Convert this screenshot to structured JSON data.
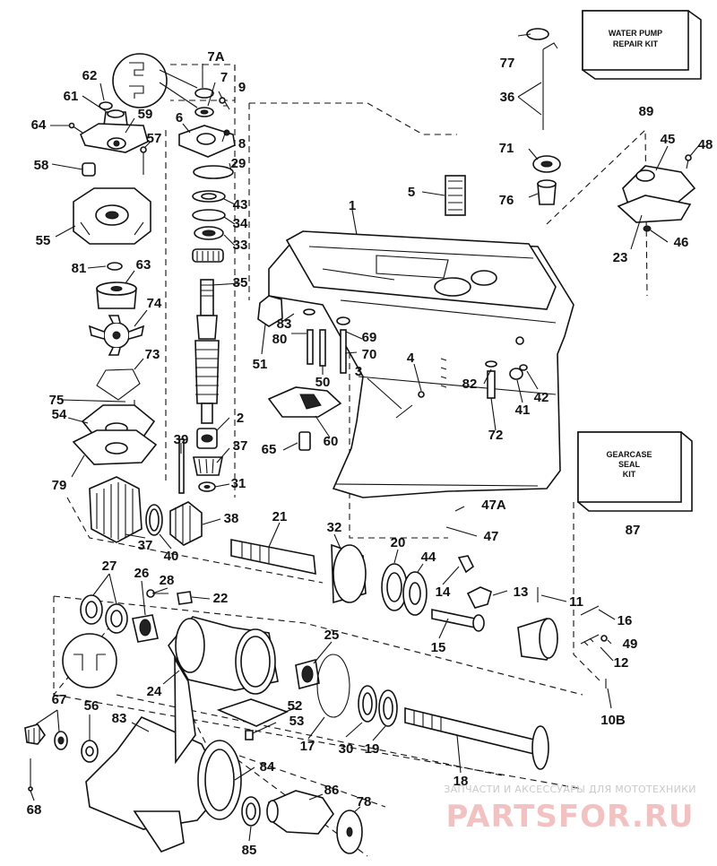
{
  "kits": {
    "water_pump_line1": "WATER PUMP",
    "water_pump_line2": "REPAIR KIT",
    "gearcase_line1": "GEARCASE",
    "gearcase_line2": "SEAL",
    "gearcase_line3": "KIT"
  },
  "labels": {
    "p1": "1",
    "p2": "2",
    "p3": "3",
    "p4": "4",
    "p5": "5",
    "p6": "6",
    "p7": "7",
    "p7a": "7A",
    "p8": "8",
    "p9": "9",
    "p10b": "10B",
    "p11": "11",
    "p12": "12",
    "p13": "13",
    "p14": "14",
    "p15": "15",
    "p16": "16",
    "p17": "17",
    "p18": "18",
    "p19": "19",
    "p20": "20",
    "p21": "21",
    "p22": "22",
    "p23": "23",
    "p24": "24",
    "p25": "25",
    "p26": "26",
    "p27": "27",
    "p28": "28",
    "p29": "29",
    "p30": "30",
    "p31": "31",
    "p32": "32",
    "p33": "33",
    "p34": "34",
    "p35": "35",
    "p36": "36",
    "p37a": "37",
    "p37b": "37",
    "p38": "38",
    "p39": "39",
    "p40": "40",
    "p41": "41",
    "p42": "42",
    "p43": "43",
    "p44": "44",
    "p45": "45",
    "p46": "46",
    "p47": "47",
    "p47a": "47A",
    "p48": "48",
    "p49": "49",
    "p50": "50",
    "p51": "51",
    "p52": "52",
    "p53": "53",
    "p54": "54",
    "p55": "55",
    "p56": "56",
    "p57": "57",
    "p58": "58",
    "p59": "59",
    "p60": "60",
    "p61": "61",
    "p62": "62",
    "p63": "63",
    "p64": "64",
    "p65": "65",
    "p67": "67",
    "p68": "68",
    "p69": "69",
    "p70": "70",
    "p71": "71",
    "p72": "72",
    "p73": "73",
    "p74": "74",
    "p75": "75",
    "p76": "76",
    "p77": "77",
    "p78": "78",
    "p79": "79",
    "p80": "80",
    "p81": "81",
    "p82": "82",
    "p83a": "83",
    "p83b": "83",
    "p84": "84",
    "p85": "85",
    "p86": "86",
    "p87": "87",
    "p89": "89"
  },
  "watermark": {
    "line1": "ЗАПЧАСТИ И АКСЕССУАРЫ ДЛЯ МОТОТЕХНИКИ",
    "line2": "PARTSFOR.RU"
  }
}
